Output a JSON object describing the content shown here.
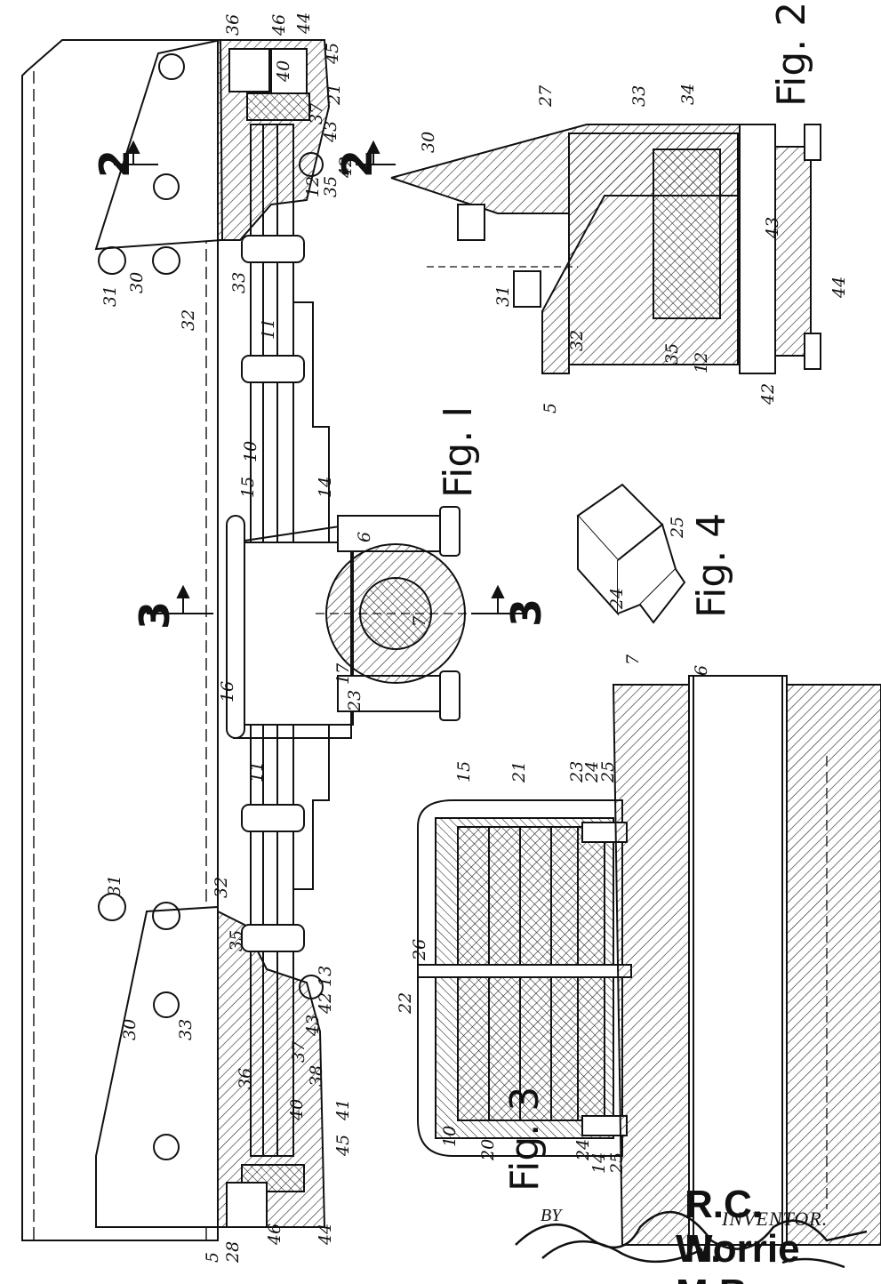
{
  "figures": {
    "fig1": "Fig. I",
    "fig2": "Fig. 2",
    "fig3": "Fig. 3",
    "fig4": "Fig. 4"
  },
  "section_marks": {
    "two_a": "2",
    "two_b": "2",
    "three_a": "3",
    "three_b": "3"
  },
  "inventor": {
    "heading": "INVENTOR.",
    "name_1": "W. M.Brown",
    "name_2": "R.C. Norrie",
    "by": "BY"
  },
  "reference_numerals": {
    "fig1_right": [
      "36",
      "46",
      "44",
      "45",
      "40",
      "21",
      "37",
      "43",
      "12",
      "35",
      "42",
      "33",
      "30",
      "31",
      "32",
      "11",
      "10",
      "15",
      "14",
      "6",
      "7",
      "17",
      "16",
      "23"
    ],
    "fig1_left": [
      "31",
      "32",
      "35",
      "33",
      "13",
      "42",
      "43",
      "37",
      "38",
      "30",
      "36",
      "40",
      "41",
      "45",
      "44",
      "46",
      "28",
      "5",
      "11"
    ],
    "fig2": [
      "27",
      "30",
      "33",
      "34",
      "31",
      "32",
      "5",
      "35",
      "12",
      "42",
      "43",
      "44"
    ],
    "fig3": [
      "15",
      "21",
      "23",
      "24",
      "25",
      "26",
      "22",
      "10",
      "20",
      "14",
      "24",
      "25",
      "6",
      "7"
    ],
    "fig4": [
      "24",
      "25"
    ]
  },
  "colors": {
    "ink": "#111111",
    "paper": "#ffffff"
  }
}
